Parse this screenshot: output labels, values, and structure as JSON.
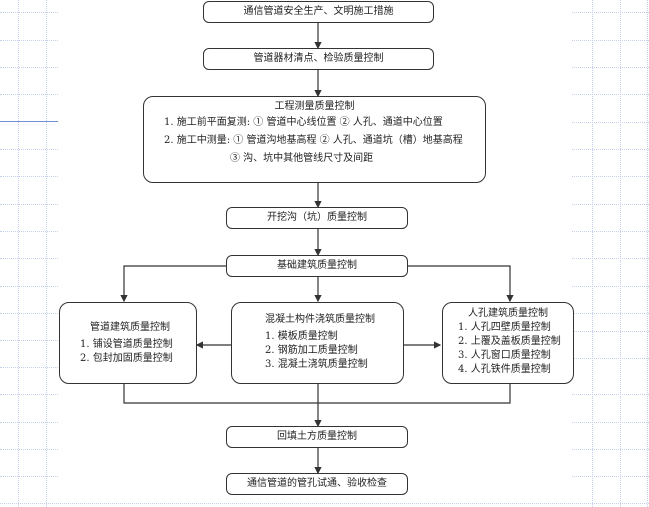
{
  "diagram": {
    "nodes": {
      "safety": {
        "label": "通信管道安全生产、文明施工措施"
      },
      "materials": {
        "label": "管道器材清点、检验质量控制"
      },
      "survey": {
        "title": "工程测量质量控制",
        "lines": [
          "1. 施工前平面复测: ① 管道中心线位置  ② 人孔、通道中心位置",
          "2. 施工中测量: ① 管道沟地基高程  ② 人孔、通道坑（槽）地基高程",
          "③ 沟、坑中其他管线尺寸及间距"
        ]
      },
      "excavation": {
        "label": "开挖沟（坑）质量控制"
      },
      "foundation": {
        "label": "基础建筑质量控制"
      },
      "pipe_building": {
        "title": "管道建筑质量控制",
        "items": [
          "1. 铺设管道质量控制",
          "2. 包封加固质量控制"
        ]
      },
      "concrete": {
        "title": "混凝土构件浇筑质量控制",
        "items": [
          "1. 模板质量控制",
          "2. 钢筋加工质量控制",
          "3. 混凝土浇筑质量控制"
        ]
      },
      "manhole": {
        "title": "人孔建筑质量控制",
        "items": [
          "1. 人孔四壁质量控制",
          "2. 上覆及盖板质量控制",
          "3. 人孔窗口质量控制",
          "4. 人孔铁件质量控制"
        ]
      },
      "backfill": {
        "label": "回填土方质量控制"
      },
      "acceptance": {
        "label": "通信管道的管孔试通、验收检查"
      }
    },
    "edges": [
      [
        "safety",
        "materials"
      ],
      [
        "materials",
        "survey"
      ],
      [
        "survey",
        "excavation"
      ],
      [
        "excavation",
        "foundation"
      ],
      [
        "foundation",
        "pipe_building"
      ],
      [
        "foundation",
        "concrete"
      ],
      [
        "foundation",
        "manhole"
      ],
      [
        "concrete",
        "pipe_building"
      ],
      [
        "concrete",
        "manhole"
      ],
      [
        "pipe_building",
        "backfill"
      ],
      [
        "concrete",
        "backfill"
      ],
      [
        "manhole",
        "backfill"
      ],
      [
        "backfill",
        "acceptance"
      ]
    ],
    "colors": {
      "stroke": "#333333",
      "grid": "#c4d0ec",
      "accent_line": "#6f8fd8"
    }
  }
}
